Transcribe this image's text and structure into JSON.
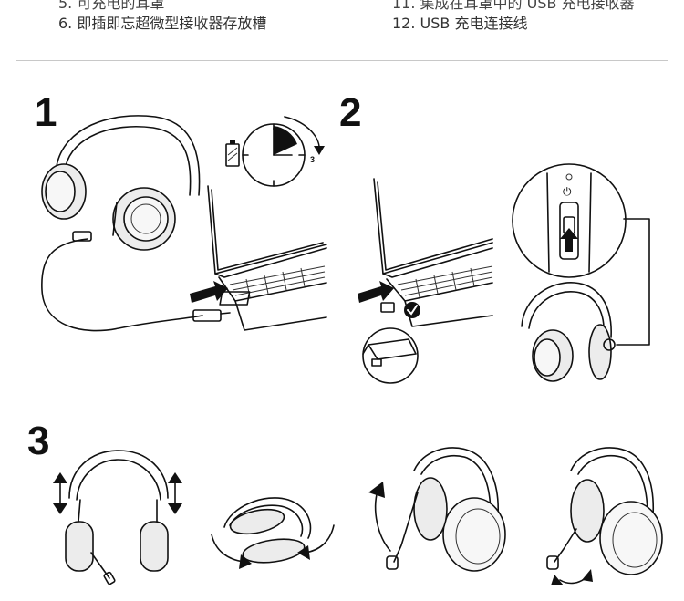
{
  "legend": {
    "top_left_partial": "5. 可充电的耳罩",
    "top_right_partial": "11. 集成在耳罩中的 USB 充电接收器",
    "item_6": "6. 即插即忘超微型接收器存放槽",
    "item_12": "12. USB 充电连接线"
  },
  "steps": [
    {
      "number": "1"
    },
    {
      "number": "2"
    },
    {
      "number": "3"
    }
  ],
  "clock": {
    "label": "3"
  },
  "switch_icon": {
    "power_symbol": "⏻"
  },
  "icons": [
    "battery-icon",
    "clock-icon",
    "checkmark-icon",
    "power-icon",
    "arrow-up-icon",
    "rotate-arrow-icon"
  ]
}
